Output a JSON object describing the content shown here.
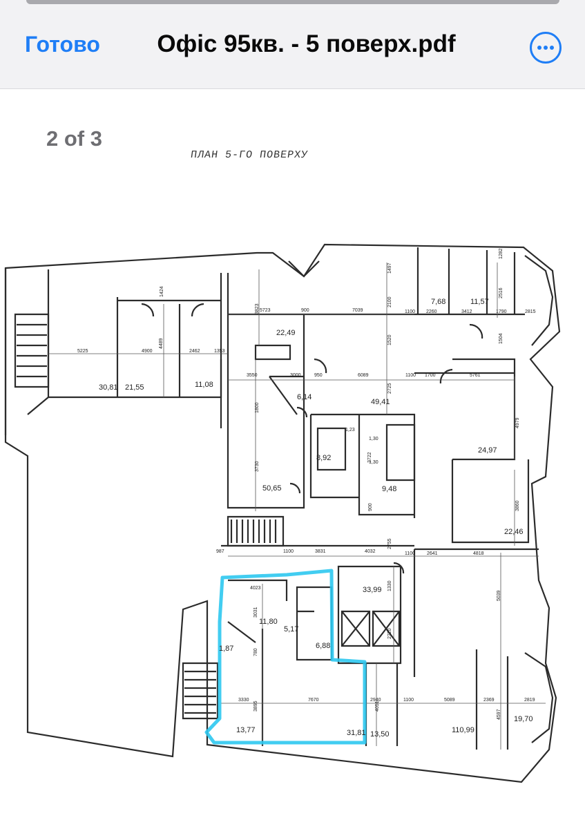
{
  "nav": {
    "done_label": "Готово",
    "title": "Офіс 95кв. - 5 поверх.pdf",
    "more_icon": "ellipsis-circle-icon"
  },
  "viewer": {
    "page_indicator": "2 of 3",
    "plan_title": "ПЛАН 5-ГО ПОВЕРХУ"
  },
  "plan": {
    "highlight_color": "#2ec8f0",
    "room_areas": [
      "30,81",
      "21,55",
      "11,08",
      "22,49",
      "6,14",
      "49,41",
      "7,68",
      "11,57",
      "24,97",
      "8,92",
      "9,48",
      "50,65",
      "22,46",
      "33,99",
      "11,80",
      "5,17",
      "6,88",
      "1,87",
      "13,77",
      "31,81",
      "13,50",
      "110,99",
      "19,70"
    ],
    "dimensions": [
      "1424",
      "5225",
      "4900",
      "4489",
      "2462",
      "1353",
      "3823",
      "5723",
      "900",
      "7039",
      "2100",
      "1497",
      "1100",
      "2260",
      "3412",
      "1790",
      "2815",
      "1282",
      "2516",
      "1504",
      "3550",
      "3000",
      "950",
      "6089",
      "1520",
      "2725",
      "1100",
      "1700",
      "5761",
      "4979",
      "1800",
      "3730",
      "1,23",
      "1,30",
      "1,30",
      "3722",
      "3860",
      "900",
      "987",
      "1100",
      "3831",
      "4032",
      "2755",
      "1100",
      "2641",
      "4818",
      "4023",
      "1330",
      "3031",
      "2720",
      "5039",
      "780",
      "3330",
      "3895",
      "7670",
      "2940",
      "4051",
      "1100",
      "5089",
      "2369",
      "4597",
      "2819"
    ]
  }
}
